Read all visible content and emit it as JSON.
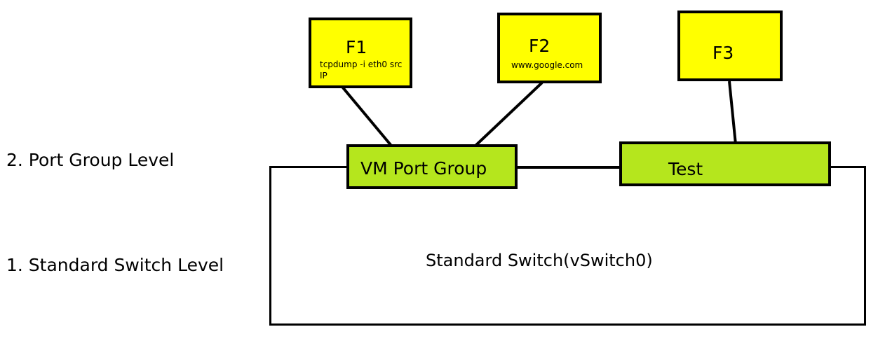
{
  "levels": {
    "port_group": "2. Port Group Level",
    "standard_switch": "1. Standard Switch Level"
  },
  "switch": {
    "name": "Standard Switch(vSwitch0)"
  },
  "port_groups": {
    "vm": "VM Port Group",
    "test": "Test"
  },
  "filters": {
    "f1": {
      "title": "F1",
      "detail": "tcpdump -i eth0 src IP"
    },
    "f2": {
      "title": "F2",
      "detail": "www.google.com"
    },
    "f3": {
      "title": "F3"
    }
  },
  "colors": {
    "filter_fill": "#ffff00",
    "port_group_fill": "#b5e61d",
    "line": "#000000"
  }
}
